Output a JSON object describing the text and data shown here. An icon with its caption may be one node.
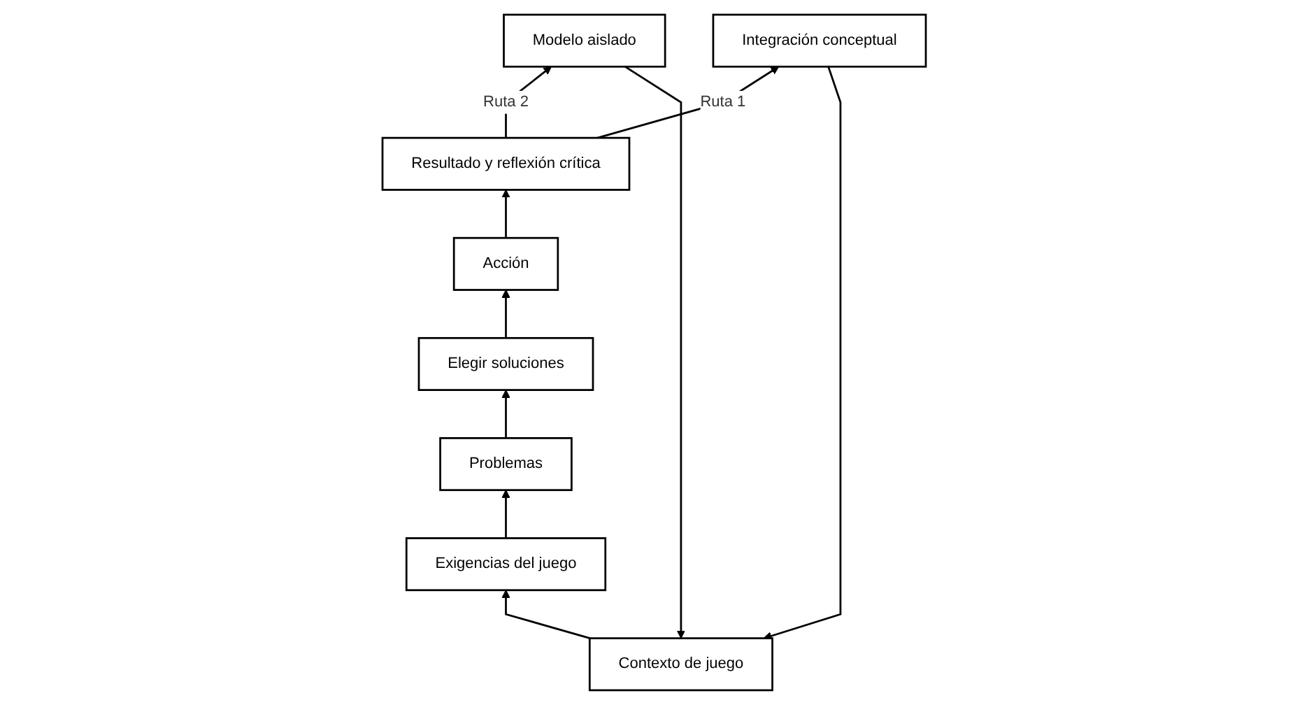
{
  "diagram": {
    "nodes": [
      {
        "text": [
          "Contexto de juego"
        ]
      },
      {
        "text": [
          "Exigencias del juego"
        ]
      },
      {
        "text": [
          "Modelo aislado"
        ]
      },
      {
        "text": [
          "Integración conceptual"
        ]
      },
      {
        "text": [
          "Problemas"
        ]
      },
      {
        "text": [
          "Resultado y reflexión crítica"
        ]
      },
      {
        "text": [
          "Acción"
        ]
      },
      {
        "text": [
          "Elegir soluciones"
        ]
      }
    ],
    "edges": [
      {
        "from": 0,
        "to": 1,
        "arrow": "to"
      },
      {
        "from": 1,
        "to": 4,
        "arrow": "to"
      },
      {
        "from": 4,
        "to": 7,
        "arrow": "to"
      },
      {
        "from": 7,
        "to": 6,
        "arrow": "to"
      },
      {
        "from": 6,
        "to": 5,
        "arrow": "to"
      },
      {
        "from": 5,
        "to": 2,
        "label": "Ruta 2",
        "arrow": "to"
      },
      {
        "from": 5,
        "to": 3,
        "label": "Ruta 1",
        "arrow": "to"
      },
      {
        "from": 2,
        "to": 0,
        "arrow": "to"
      },
      {
        "from": 3,
        "to": 0,
        "arrow": "to"
      }
    ]
  }
}
